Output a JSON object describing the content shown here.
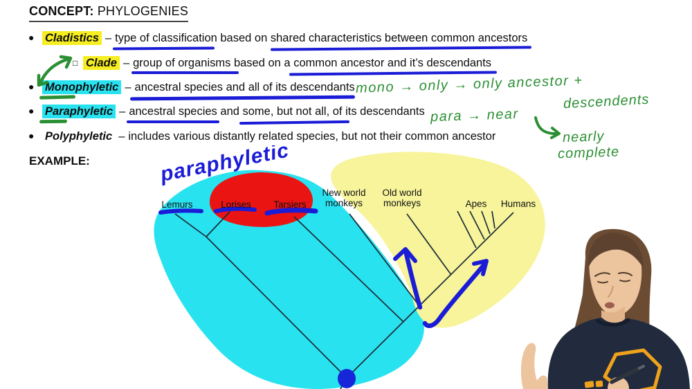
{
  "header": {
    "title_label": "CONCEPT:",
    "title_value": "PHYLOGENIES"
  },
  "bullets": [
    {
      "marker": "●",
      "term": "Cladistics",
      "separator": "–",
      "definition": "type of classification based on shared characteristics between common ancestors"
    },
    {
      "marker": "□",
      "term": "Clade",
      "separator": "–",
      "definition": "group of organisms based on a common ancestor and it’s descendants"
    },
    {
      "marker": "●",
      "term": "Monophyletic",
      "separator": "–",
      "definition": "ancestral species and all of its descendants"
    },
    {
      "marker": "●",
      "term": "Paraphyletic",
      "separator": "–",
      "definition": "ancestral species and some, but not all, of its descendants"
    },
    {
      "marker": "●",
      "term": "Polyphyletic",
      "separator": "–",
      "definition": "includes various distantly related species, but not their common ancestor"
    }
  ],
  "example_label": "EXAMPLE:",
  "handwritten_green": {
    "mono_note": "mono → only → only ancestor +",
    "mono_note_line2": "descendents",
    "para_note": "para → near",
    "para_note_line2": "nearly",
    "para_note_line3": "complete"
  },
  "diagram": {
    "handwritten_label": "paraphyletic",
    "taxa": {
      "lemurs": "Lemurs",
      "lorises": "Lorises",
      "tarsiers": "Tarsiers",
      "new_world": [
        "New world",
        "monkeys"
      ],
      "old_world": [
        "Old world",
        "monkeys"
      ],
      "apes": "Apes",
      "humans": "Humans"
    }
  },
  "colors": {
    "highlight_yellow": "#f6ee20",
    "highlight_cyan": "#29e2f0",
    "blob_cyan": "#29e2f0",
    "blob_red": "#ea1413",
    "blob_pale_yellow": "#f7f49b",
    "ink_blue": "#1a1cd6",
    "ink_green": "#2b8f33",
    "tree_line": "#1c2b36",
    "root_dot_blue": "#1726d8"
  }
}
